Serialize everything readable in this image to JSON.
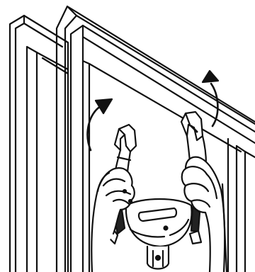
{
  "diagram": {
    "style": "black line-art instruction illustration",
    "stroke_color": "#111111",
    "fill_color": "#ffffff",
    "shade_color": "#222222",
    "parts": [
      {
        "name": "back-door-frame",
        "label": ""
      },
      {
        "name": "front-door-frame",
        "label": ""
      },
      {
        "name": "left-rotation-arrow",
        "label": ""
      },
      {
        "name": "right-rotation-arrow",
        "label": ""
      },
      {
        "name": "door-gym-bar",
        "label": ""
      },
      {
        "name": "left-hand",
        "label": ""
      },
      {
        "name": "right-hand",
        "label": ""
      }
    ]
  }
}
